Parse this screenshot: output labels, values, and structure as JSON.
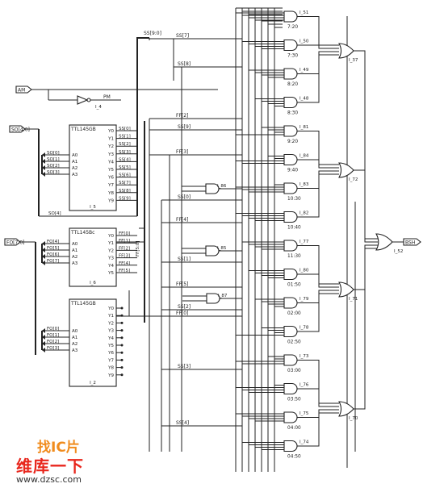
{
  "inputs": {
    "am": "AM",
    "so": "SO[4:0]",
    "fo": "FO[7:0]"
  },
  "pm_label": "PM",
  "inv_label": "I_4",
  "ss_bus": "SS[9:0]",
  "ff_bus": "FF[5:0]",
  "chips": [
    {
      "name": "TTL145GB",
      "ref": "I_5",
      "inputs": [
        {
          "sig": "SO[0]",
          "pin": "A0"
        },
        {
          "sig": "SO[1]",
          "pin": "A1"
        },
        {
          "sig": "SO[2]",
          "pin": "A2"
        },
        {
          "sig": "SO[3]",
          "pin": "A3"
        }
      ],
      "pins": [
        "Y0",
        "Y1",
        "Y2",
        "Y3",
        "Y4",
        "Y5",
        "Y6",
        "Y7",
        "Y8",
        "Y9"
      ],
      "outs": [
        "SS[0]",
        "SS[1]",
        "SS[2]",
        "SS[3]",
        "SS[4]",
        "SS[5]",
        "SS[6]",
        "SS[7]",
        "SS[8]",
        "SS[9]"
      ]
    },
    {
      "name": "TTL145Bc",
      "ref": "I_6",
      "inputs": [
        {
          "sig": "FO[4]",
          "pin": "A0"
        },
        {
          "sig": "FO[5]",
          "pin": "A1"
        },
        {
          "sig": "FO[6]",
          "pin": "A2"
        },
        {
          "sig": "FO[7]",
          "pin": "A3"
        }
      ],
      "pins": [
        "Y0",
        "Y1",
        "Y2",
        "Y3",
        "Y4",
        "Y5"
      ],
      "outs": [
        "FF[0]",
        "FF[1]",
        "FF[2]",
        "FF[3]",
        "FF[4]",
        "FF[5]"
      ]
    },
    {
      "name": "TTL145GB",
      "ref": "I_2",
      "inputs": [
        {
          "sig": "FO[0]",
          "pin": "A0"
        },
        {
          "sig": "FO[1]",
          "pin": "A1"
        },
        {
          "sig": "FO[2]",
          "pin": "A2"
        },
        {
          "sig": "FO[3]",
          "pin": "A3"
        }
      ],
      "pins": [
        "Y0",
        "Y1",
        "Y2",
        "Y3",
        "Y4",
        "Y5",
        "Y6",
        "Y7",
        "Y8",
        "Y9"
      ],
      "outs": []
    }
  ],
  "so4": "SO[4]",
  "signals": [
    {
      "label": "SS[7]"
    },
    {
      "label": "SS[8]"
    },
    {
      "label": "FF[2]"
    },
    {
      "label": "SS[9]"
    },
    {
      "label": "FF[3]"
    },
    {
      "label": "SS[0]"
    },
    {
      "label": "FF[4]"
    },
    {
      "label": "SS[1]"
    },
    {
      "label": "FF[5]"
    },
    {
      "label": "SS[2]"
    },
    {
      "label": "FF[0]"
    },
    {
      "label": "SS[3]"
    },
    {
      "label": "SS[4]"
    }
  ],
  "mid_gates": [
    "I_86",
    "I_85",
    "I_87"
  ],
  "and_gates": [
    {
      "id": "I_51",
      "time": "7:20"
    },
    {
      "id": "I_50",
      "time": "7:30"
    },
    {
      "id": "I_49",
      "time": "8:20"
    },
    {
      "id": "I_48",
      "time": "8:30"
    },
    {
      "id": "I_81",
      "time": "9:20"
    },
    {
      "id": "I_84",
      "time": "9:40"
    },
    {
      "id": "I_83",
      "time": "10:30"
    },
    {
      "id": "I_82",
      "time": "10:40"
    },
    {
      "id": "I_77",
      "time": "11:30"
    },
    {
      "id": "I_80",
      "time": "01:50"
    },
    {
      "id": "I_79",
      "time": "02:00"
    },
    {
      "id": "I_78",
      "time": "02:50"
    },
    {
      "id": "I_73",
      "time": "03:00"
    },
    {
      "id": "I_76",
      "time": "03:50"
    },
    {
      "id": "I_75",
      "time": "04:00"
    },
    {
      "id": "I_74",
      "time": "04:50"
    }
  ],
  "or_gates": [
    "I_37",
    "I_72",
    "I_71",
    "I_70"
  ],
  "final_gate": "I_52",
  "output": "BSH",
  "watermark": {
    "logo": "找IC片",
    "cn": "维库一下",
    "url": "www.dzsc.com"
  }
}
